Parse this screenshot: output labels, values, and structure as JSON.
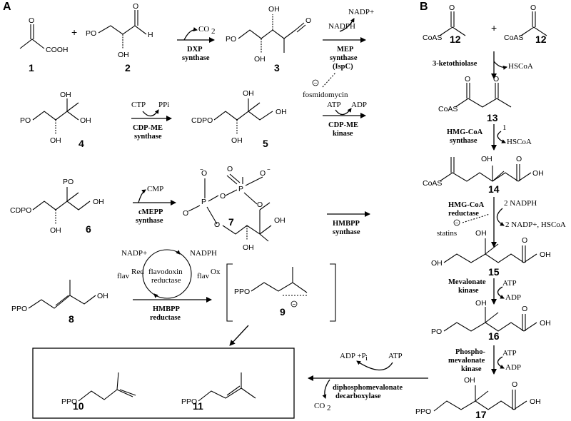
{
  "panels": {
    "a": "A",
    "b": "B"
  },
  "atoms": {
    "cooh": "COOH",
    "oh": "OH",
    "h": "H",
    "po": "PO",
    "cdpo": "CDPO",
    "ppo": "PPO",
    "coas": "CoAS",
    "o_minus": "O",
    "minus": "−",
    "plus": "+",
    "p": "P",
    "o": "O"
  },
  "compounds": {
    "c1": "1",
    "c2": "2",
    "c3": "3",
    "c4": "4",
    "c5": "5",
    "c6": "6",
    "c7": "7",
    "c8": "8",
    "c9": "9",
    "c10": "10",
    "c11": "11",
    "c12a": "12",
    "c12b": "12",
    "c13": "13",
    "c14": "14",
    "c15": "15",
    "c16": "16",
    "c17": "17"
  },
  "enzymes": {
    "dxp_synthase": [
      "DXP",
      "synthase"
    ],
    "mep_synthase": [
      "MEP",
      "synthase",
      "(IspC)"
    ],
    "cdp_me_synthase": [
      "CDP-ME",
      "synthase"
    ],
    "cdp_me_kinase": [
      "CDP-ME",
      "kinase"
    ],
    "cmepp_synthase": [
      "cMEPP",
      "synthase"
    ],
    "hmbpp_synthase": [
      "HMBPP",
      "synthase"
    ],
    "hmbpp_reductase": [
      "HMBPP",
      "reductase"
    ],
    "flavodoxin_reductase": [
      "flavodoxin",
      "reductase"
    ],
    "decarboxylase": [
      "diphosphomevalonate",
      "decarboxylase"
    ],
    "ketothiolase": "3-ketothiolase",
    "hmgcoa_synthase": [
      "HMG-CoA",
      "synthase"
    ],
    "hmgcoa_reductase": [
      "HMG-CoA",
      "reductase"
    ],
    "mevalonate_kinase": [
      "Mevalonate",
      "kinase"
    ],
    "phosphomevalonate_kinase": [
      "Phospho-",
      "mevalonate",
      "kinase"
    ]
  },
  "cofactors": {
    "co2_1": "CO",
    "nadph_1": "NADPH",
    "nadp_1": "NADP+",
    "ctp": "CTP",
    "ppi": "PPi",
    "atp_1": "ATP",
    "adp_1": "ADP",
    "cmp": "CMP",
    "nadp_2": "NADP+",
    "nadph_2": "NADPH",
    "flav_red": "flav",
    "flav_red_sup": "Red",
    "flav_ox": "flav",
    "flav_ox_sup": "Ox",
    "adp_pi": "ADP +P",
    "adp_pi_sub": "i",
    "atp_2": "ATP",
    "co2_2": "CO",
    "hscoa_1": "HSCoA",
    "one": "1",
    "hscoa_2": "HSCoA",
    "nadph_3": "2 NADPH",
    "nadp_3": "2 NADP+, HSCoA",
    "atp_3": "ATP",
    "adp_3": "ADP",
    "atp_4": "ATP",
    "adp_4": "ADP",
    "sub2": "2"
  },
  "inhibitors": {
    "fosmidomycin": "fosmidomycin",
    "statins": "statins"
  }
}
